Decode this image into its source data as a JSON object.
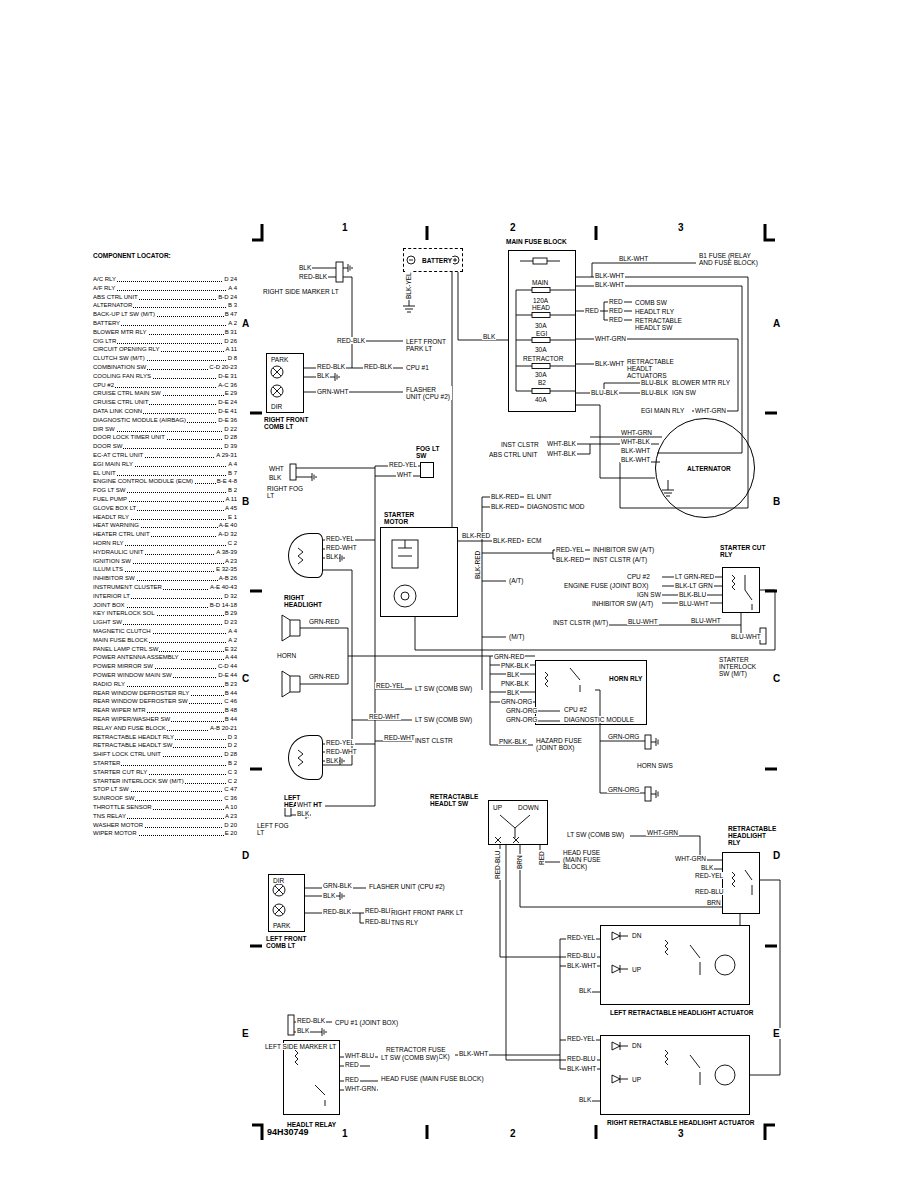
{
  "diagram": {
    "nodes": [
      {
        "text": [
          "BATTERY"
        ]
      },
      {
        "text": [
          "MAIN FUSE BLOCK"
        ]
      },
      {
        "text": [
          "ALTERNATOR"
        ]
      },
      {
        "text": [
          "PARK",
          "DIR",
          "RIGHT FRONT COMB LT"
        ]
      },
      {
        "text": [
          "STARTER MOTOR"
        ]
      },
      {
        "text": [
          "STARTER CUT RLY"
        ]
      },
      {
        "text": [
          "HORN RLY"
        ]
      },
      {
        "text": [
          "RETRACTABLE HEADLT SW",
          "UP",
          "DOWN"
        ]
      },
      {
        "text": [
          "RETRACTABLE HEADLIGHT RLY"
        ]
      },
      {
        "text": [
          "DIR",
          "PARK",
          "LEFT FRONT COMB LT"
        ]
      },
      {
        "text": [
          "DN",
          "UP",
          "LEFT RETRACTABLE HEADLIGHT ACTUATOR"
        ]
      },
      {
        "text": [
          "DN",
          "UP",
          "RIGHT RETRACTABLE HEADLIGHT ACTUATOR"
        ]
      },
      {
        "text": [
          "HEADLT RELAY"
        ]
      },
      {
        "text": [
          "RIGHT HEADLIGHT"
        ]
      },
      {
        "text": [
          "LEFT HEADLIGHT"
        ]
      },
      {
        "text": [
          "FOG LT SW"
        ]
      }
    ],
    "edges": [
      {
        "from": 0,
        "to": 1,
        "arrow": "none"
      },
      {
        "from": 0,
        "to": 4,
        "arrow": "none"
      },
      {
        "from": 1,
        "to": 2,
        "arrow": "none"
      },
      {
        "from": 4,
        "to": 5,
        "arrow": "none"
      },
      {
        "from": 7,
        "to": 8,
        "arrow": "none"
      },
      {
        "from": 8,
        "to": 10,
        "arrow": "none"
      },
      {
        "from": 8,
        "to": 11,
        "arrow": "none"
      },
      {
        "from": 7,
        "to": 10,
        "arrow": "none"
      },
      {
        "from": 7,
        "to": 11,
        "arrow": "none"
      },
      {
        "from": 13,
        "to": 14,
        "arrow": "none"
      }
    ],
    "labels": [
      "COMPONENT LOCATOR:",
      "A/C RLY",
      "D 24",
      "A/F RLY",
      "A 4",
      "ABS CTRL UNIT",
      "B-D 24",
      "ALTERNATOR",
      "B 3",
      "BACK-UP LT SW (M/T)",
      "B 47",
      "BATTERY",
      "A 2",
      "BLOWER MTR RLY",
      "B 31",
      "CIG LTR",
      "D 26",
      "CIRCUIT OPENING RLY",
      "A 11",
      "CLUTCH SW (M/T)",
      "D 8",
      "COMBINATION SW",
      "C-D 20-23",
      "COOLING FAN RLYS",
      "D-E 31",
      "CPU #2",
      "A-C 36",
      "CRUISE CTRL MAIN SW",
      "E 29",
      "CRUISE CTRL UNIT",
      "D-E 24",
      "DATA LINK CONN",
      "D-E 41",
      "DIAGNOSTIC MODULE (AIRBAG)",
      "D-E 36",
      "DIR SW",
      "D 22",
      "DOOR LOCK TIMER UNIT",
      "D 28",
      "DOOR SW",
      "D 39",
      "EC-AT CTRL UNIT",
      "A 29-31",
      "EGI MAIN RLY",
      "A 4",
      "EL UNIT",
      "B 7",
      "ENGINE CONTROL MODULE (ECM)",
      "B-E 4-8",
      "FOG LT SW",
      "B 2",
      "FUEL PUMP",
      "A 11",
      "GLOVE BOX LT",
      "A 45",
      "HEADLT RLY",
      "E 1",
      "HEAT WARNING",
      "A-E 40",
      "HEATER CTRL UNIT",
      "A-D 32",
      "HORN RLY",
      "C 2",
      "HYDRAULIC UNIT",
      "A 38-39",
      "IGNITION SW",
      "A 23",
      "ILLUM LTS",
      "E 32-35",
      "INHIBITOR SW",
      "A-B 26",
      "INSTRUMENT CLUSTER",
      "A-E 40-43",
      "INTERIOR LT",
      "D 32",
      "JOINT BOX",
      "B-D 14-18",
      "KEY INTERLOCK SOL",
      "B 29",
      "LIGHT SW",
      "D 23",
      "MAGNETIC CLUTCH",
      "A 4",
      "MAIN FUSE BLOCK",
      "A 2",
      "PANEL LAMP CTRL SW",
      "E 32",
      "POWER ANTENNA ASSEMBLY",
      "A 44",
      "POWER MIRROR SW",
      "C-D 44",
      "POWER WINDOW MAIN SW",
      "D-E 44",
      "RADIO RLY",
      "B 23",
      "REAR WINDOW DEFROSTER RLY",
      "B 44",
      "REAR WINDOW DEFROSTER SW",
      "C 46",
      "REAR WIPER MTR",
      "B 48",
      "REAR WIPER/WASHER SW",
      "B 44",
      "RELAY AND FUSE BLOCK",
      "A-B 20-21",
      "RETRACTABLE HEADLT RLY",
      "D 3",
      "RETRACTABLE HEADLT SW",
      "D 2",
      "SHIFT LOCK CTRL UNIT",
      "D 28",
      "STARTER",
      "B 2",
      "STARTER CUT RLY",
      "C 3",
      "STARTER INTERLOCK SW (M/T)",
      "C 2",
      "STOP LT SW",
      "C 47",
      "SUNROOF SW",
      "C 36",
      "THROTTLE SENSOR",
      "A 10",
      "TNS RELAY",
      "A 23",
      "WASHER MOTOR",
      "D 20",
      "WIPER MOTOR",
      "E 20",
      "1",
      "2",
      "3",
      "1",
      "2",
      "3",
      "A",
      "B",
      "C",
      "D",
      "E",
      "A",
      "B",
      "C",
      "D",
      "E",
      "94H30749",
      "BLK",
      "RED-BLK",
      "RIGHT SIDE MARKER LT",
      "BLK-YEL",
      "BLK",
      "RED-BLK",
      "LEFT FRONT PARK LT",
      "RED-BLK",
      "BLK",
      "RED-BLK",
      "CPU #1",
      "GRN-WHT",
      "FLASHER UNIT (CPU #2)",
      "MAIN",
      "120A",
      "HEAD",
      "30A",
      "EGI",
      "30A",
      "RETRACTOR",
      "30A",
      "B2",
      "40A",
      "BLK-WHT",
      "B1 FUSE (RELAY AND FUSE BLOCK)",
      "BLK-WHT",
      "BLK-WHT",
      "RED",
      "RED",
      "COMB SW",
      "RED",
      "HEADLT RLY",
      "RED",
      "RETRACTABLE HEADLT SW",
      "WHT-GRN",
      "BLK-WHT",
      "RETRACTABLE HEADLT ACTUATORS",
      "BLU-BLK",
      "BLU-BLK",
      "BLU-BLK",
      "BLOWER MTR RLY",
      "IGN SW",
      "EGI MAIN RLY",
      "WHT-GRN",
      "INST CLSTR",
      "WHT-BLK",
      "ABS CTRL UNIT",
      "WHT-BLK",
      "WHT-GRN",
      "WHT-BLK",
      "BLK-WHT",
      "BLK-WHT",
      "RED-YEL",
      "WHT",
      "WHT",
      "BLK",
      "RIGHT FOG LT",
      "BLK-RED",
      "EL UNIT",
      "BLK-RED",
      "DIAGNOSTIC MOD",
      "BLK-RED",
      "BLK-RED",
      "ECM",
      "BLK-RED",
      "RED-YEL",
      "INHIBITOR SW (A/T)",
      "BLK-RED",
      "INST CLSTR (A/T)",
      "(A/T)",
      "(M/T)",
      "CPU #2",
      "LT GRN-RED",
      "ENGINE FUSE (JOINT BOX)",
      "BLK-LT GRN",
      "IGN SW",
      "BLK-BLU",
      "INHIBITOR SW (A/T)",
      "BLU-WHT",
      "INST CLSTR (M/T)",
      "BLU-WHT",
      "BLU-WHT",
      "BLU-WHT",
      "STARTER INTERLOCK SW (M/T)",
      "GRN-RED",
      "HORN",
      "GRN-RED",
      "RED-YEL",
      "RED-WHT",
      "BLK",
      "RED-YEL",
      "LT SW (COMB SW)",
      "RED-WHT",
      "LT SW (COMB SW)",
      "RED-WHT",
      "INST CLSTR",
      "RED-YEL",
      "RED-WHT",
      "BLK",
      "WHT",
      "BLK",
      "LEFT FOG LT",
      "GRN-RED",
      "PNK-BLK",
      "BLK",
      "PNK-BLK",
      "BLK",
      "GRN-ORG",
      "GRN-ORG",
      "GRN-ORG",
      "CPU #2",
      "DIAGNOSTIC MODULE",
      "PNK-BLK",
      "HAZARD FUSE (JOINT BOX)",
      "GRN-ORG",
      "HORN SWS",
      "GRN-ORG",
      "RED-BLU",
      "BRN",
      "RED",
      "LT SW (COMB SW)",
      "WHT-GRN",
      "HEAD FUSE (MAIN FUSE BLOCK)",
      "WHT-GRN",
      "BLK",
      "RED-YEL",
      "RED-BLU",
      "BRN",
      "GRN-BLK",
      "FLASHER UNIT (CPU #2)",
      "BLK",
      "RED-BLK",
      "RED-BLK",
      "RIGHT FRONT PARK LT",
      "RED-BLK",
      "TNS RLY",
      "RED-YEL",
      "RED-BLU",
      "BLK-WHT",
      "BLK",
      "RED-BLK",
      "CPU #1 (JOINT BOX)",
      "BLK",
      "LEFT SIDE MARKER LT",
      "RETRACTOR FUSE (MAIN FUSE BLOCK)",
      "BLK-WHT",
      "WHT-BLU",
      "LT SW (COMB SW)",
      "RED",
      "RED",
      "HEAD FUSE (MAIN FUSE BLOCK)",
      "WHT-GRN",
      "RED-YEL",
      "RED-BLU",
      "BLK-WHT",
      "BLK"
    ]
  }
}
